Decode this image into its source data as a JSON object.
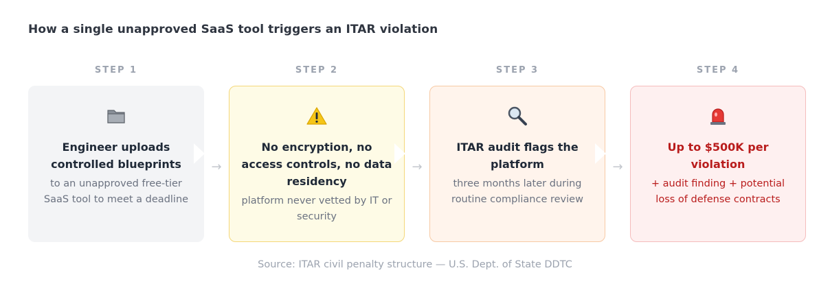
{
  "title": "How a single unapproved SaaS tool triggers an ITAR violation",
  "steps": [
    {
      "label": "STEP 1",
      "icon": "folder-icon",
      "heading": "Engineer uploads controlled blueprints",
      "detail": "to an unapproved free-tier SaaS tool to meet a deadline"
    },
    {
      "label": "STEP 2",
      "icon": "warning-icon",
      "heading": "No encryption, no access controls, no data residency",
      "detail": "platform never vetted by IT or security"
    },
    {
      "label": "STEP 3",
      "icon": "magnifying-glass-icon",
      "heading": "ITAR audit flags the platform",
      "detail": "three months later during routine compliance review"
    },
    {
      "label": "STEP 4",
      "icon": "siren-icon",
      "heading": "Up to $500K per violation",
      "detail": "+ audit finding + potential loss of defense contracts"
    }
  ],
  "source": "Source: ITAR civil penalty structure — U.S. Dept. of State DDTC",
  "colors": {
    "step1_bg": "#f3f4f6",
    "step2_bg": "#fefbe6",
    "step3_bg": "#fff4ec",
    "step4_bg": "#fef0f0",
    "danger_text": "#b91c1c"
  }
}
